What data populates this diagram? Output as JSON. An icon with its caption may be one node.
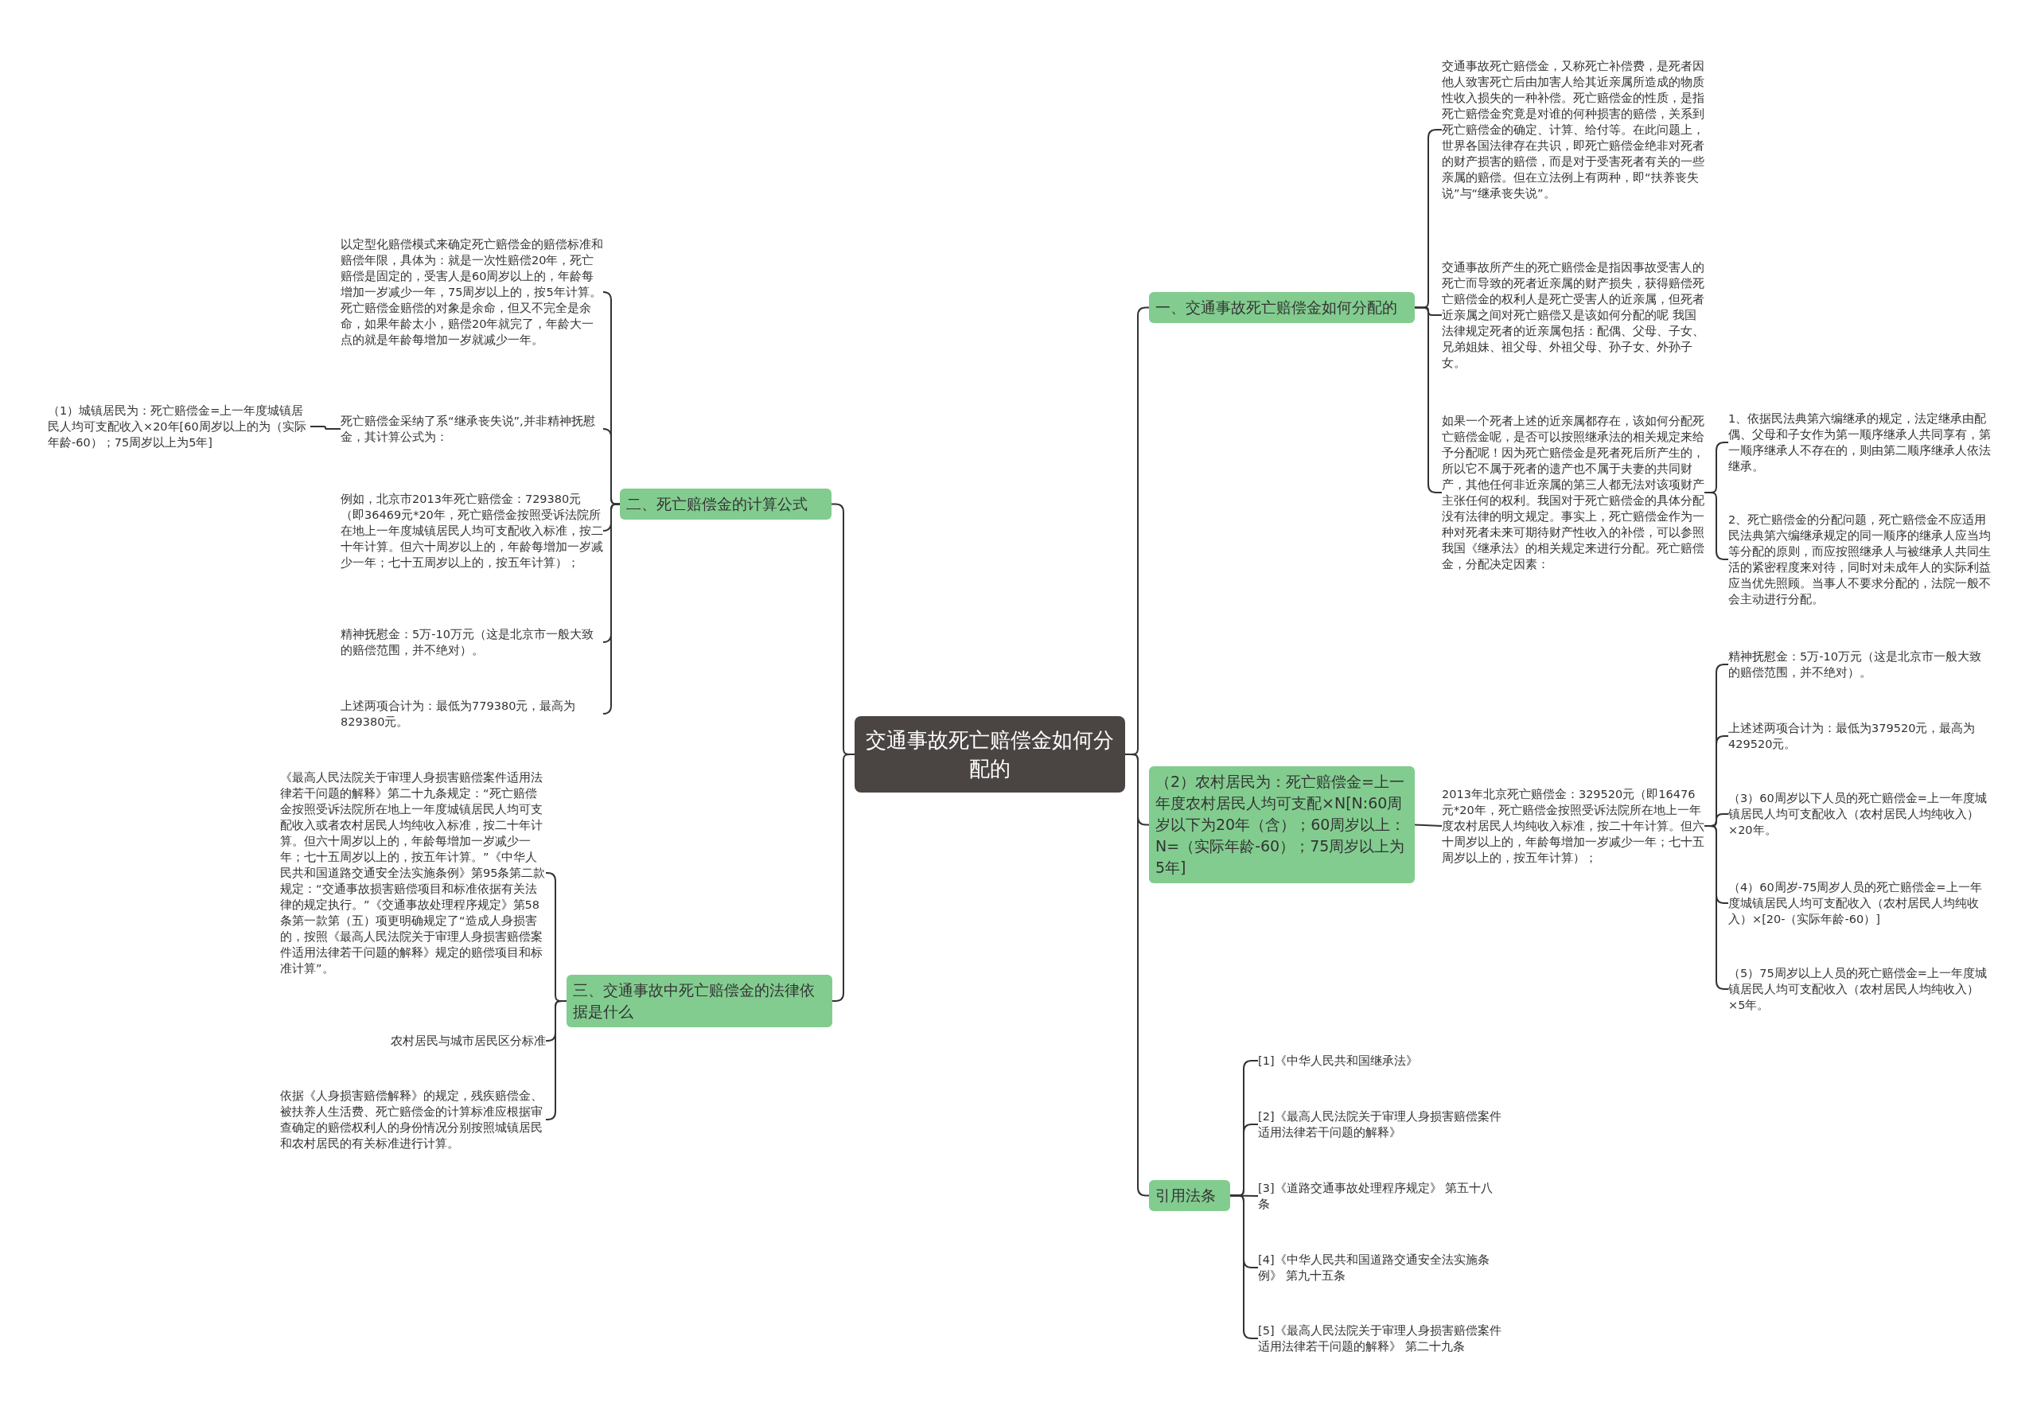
{
  "diagram": {
    "nodes": [
      {
        "text": [
          "交通事故死亡赔偿金如何分配的"
        ]
      },
      {
        "text": [
          "一、交通事故死亡赔偿金如何分配的"
        ]
      },
      {
        "text": [
          "交通事故死亡赔偿金，又称死亡补偿费，是死者因他人致害死亡后由加害人给其近亲属所造成的物质性收入损失的一种补偿。死亡赔偿金的性质，是指死亡赔偿金究竟是对谁的何种损害的赔偿，关系到死亡赔偿金的确定、计算、给付等。在此问题上，世界各国法律存在共识，即死亡赔偿金绝非对死者的财产损害的赔偿，而是对于受害死者有关的一些亲属的赔偿。但在立法例上有两种，即“扶养丧失说”与“继承丧失说”。"
        ]
      },
      {
        "text": [
          "交通事故所产生的死亡赔偿金是指因事故受害人的死亡而导致的死者近亲属的财产损失，获得赔偿死亡赔偿金的权利人是死亡受害人的近亲属，但死者近亲属之间对死亡赔偿又是该如何分配的呢 我国法律规定死者的近亲属包括：配偶、父母、子女、兄弟姐妹、祖父母、外祖父母、孙子女、外孙子女。"
        ]
      },
      {
        "text": [
          "如果一个死者上述的近亲属都存在，该如何分配死亡赔偿金呢，是否可以按照继承法的相关规定来给予分配呢！因为死亡赔偿金是死者死后所产生的，所以它不属于死者的遗产也不属于夫妻的共同财产，其他任何非近亲属的第三人都无法对该项财产主张任何的权利。我国对于死亡赔偿金的具体分配没有法律的明文规定。事实上，死亡赔偿金作为一种对死者未来可期待财产性收入的补偿，可以参照我国《继承法》的相关规定来进行分配。死亡赔偿金，分配决定因素："
        ]
      },
      {
        "text": [
          "1、依据民法典第六编继承的规定，法定继承由配偶、父母和子女作为第一顺序继承人共同享有，第一顺序继承人不存在的，则由第二顺序继承人依法继承。"
        ]
      },
      {
        "text": [
          "2、死亡赔偿金的分配问题，死亡赔偿金不应适用民法典第六编继承规定的同一顺序的继承人应当均等分配的原则，而应按照继承人与被继承人共同生活的紧密程度来对待，同时对未成年人的实际利益应当优先照顾。当事人不要求分配的，法院一般不会主动进行分配。"
        ]
      },
      {
        "text": [
          "（2）农村居民为：死亡赔偿金=上一年度农村居民人均可支配×N[N:60周岁以下为20年（含）；60周岁以上：N=（实际年龄-60）；75周岁以上为5年]"
        ]
      },
      {
        "text": [
          "2013年北京死亡赔偿金：329520元（即16476元*20年，死亡赔偿金按照受诉法院所在地上一年度农村居民人均纯收入标准，按二十年计算。但六十周岁以上的，年龄每增加一岁减少一年；七十五周岁以上的，按五年计算）；"
        ]
      },
      {
        "text": [
          "精神抚慰金：5万-10万元（这是北京市一般大致的赔偿范围，并不绝对）。"
        ]
      },
      {
        "text": [
          "上述述两项合计为：最低为379520元，最高为429520元。"
        ]
      },
      {
        "text": [
          "（3）60周岁以下人员的死亡赔偿金=上一年度城镇居民人均可支配收入（农村居民人均纯收入）×20年。"
        ]
      },
      {
        "text": [
          "（4）60周岁-75周岁人员的死亡赔偿金=上一年度城镇居民人均可支配收入（农村居民人均纯收入）×[20-（实际年龄-60）]"
        ]
      },
      {
        "text": [
          "（5）75周岁以上人员的死亡赔偿金=上一年度城镇居民人均可支配收入（农村居民人均纯收入）×5年。"
        ]
      },
      {
        "text": [
          "引用法条"
        ]
      },
      {
        "text": [
          "[1]《中华人民共和国继承法》"
        ]
      },
      {
        "text": [
          "[2]《最高人民法院关于审理人身损害赔偿案件适用法律若干问题的解释》"
        ]
      },
      {
        "text": [
          "[3]《道路交通事故处理程序规定》 第五十八条"
        ]
      },
      {
        "text": [
          "[4]《中华人民共和国道路交通安全法实施条例》 第九十五条"
        ]
      },
      {
        "text": [
          "[5]《最高人民法院关于审理人身损害赔偿案件适用法律若干问题的解释》 第二十九条"
        ]
      },
      {
        "text": [
          "二、死亡赔偿金的计算公式"
        ]
      },
      {
        "text": [
          "以定型化赔偿模式来确定死亡赔偿金的赔偿标准和赔偿年限，具体为：就是一次性赔偿20年，死亡赔偿是固定的，受害人是60周岁以上的，年龄每增加一岁减少一年，75周岁以上的，按5年计算。死亡赔偿金赔偿的对象是余命，但又不完全是余命，如果年龄太小，赔偿20年就完了，年龄大一点的就是年龄每增加一岁就减少一年。"
        ]
      },
      {
        "text": [
          "死亡赔偿金采纳了系“继承丧失说”,并非精神抚慰金，其计算公式为："
        ]
      },
      {
        "text": [
          "（1）城镇居民为：死亡赔偿金=上一年度城镇居民人均可支配收入×20年[60周岁以上的为（实际年龄-60）；75周岁以上为5年]"
        ]
      },
      {
        "text": [
          "例如，北京市2013年死亡赔偿金：729380元（即36469元*20年，死亡赔偿金按照受诉法院所在地上一年度城镇居民人均可支配收入标准，按二十年计算。但六十周岁以上的，年龄每增加一岁减少一年；七十五周岁以上的，按五年计算）；"
        ]
      },
      {
        "text": [
          "精神抚慰金：5万-10万元（这是北京市一般大致的赔偿范围，并不绝对）。"
        ]
      },
      {
        "text": [
          "上述两项合计为：最低为779380元，最高为829380元。"
        ]
      },
      {
        "text": [
          "三、交通事故中死亡赔偿金的法律依据是什么"
        ]
      },
      {
        "text": [
          "《最高人民法院关于审理人身损害赔偿案件适用法律若干问题的解释》第二十九条规定：“死亡赔偿金按照受诉法院所在地上一年度城镇居民人均可支配收入或者农村居民人均纯收入标准，按二十年计算。但六十周岁以上的，年龄每增加一岁减少一年；七十五周岁以上的，按五年计算。”《中华人民共和国道路交通安全法实施条例》第95条第二款规定：“交通事故损害赔偿项目和标准依据有关法律的规定执行。”《交通事故处理程序规定》第58条第一款第（五）项更明确规定了“造成人身损害的，按照《最高人民法院关于审理人身损害赔偿案件适用法律若干问题的解释》规定的赔偿项目和标准计算”。"
        ]
      },
      {
        "text": [
          "农村居民与城市居民区分标准"
        ]
      },
      {
        "text": [
          "依据《人身损害赔偿解释》的规定，残疾赔偿金、被扶养人生活费、死亡赔偿金的计算标准应根据审查确定的赔偿权利人的身份情况分别按照城镇居民和农村居民的有关标准进行计算。"
        ]
      }
    ],
    "edges": [
      {
        "from": 0,
        "to": 1,
        "arrow": "none"
      },
      {
        "from": 1,
        "to": 2,
        "arrow": "none"
      },
      {
        "from": 1,
        "to": 3,
        "arrow": "none"
      },
      {
        "from": 1,
        "to": 4,
        "arrow": "none"
      },
      {
        "from": 4,
        "to": 5,
        "arrow": "none"
      },
      {
        "from": 4,
        "to": 6,
        "arrow": "none"
      },
      {
        "from": 0,
        "to": 7,
        "arrow": "none"
      },
      {
        "from": 7,
        "to": 8,
        "arrow": "none"
      },
      {
        "from": 8,
        "to": 9,
        "arrow": "none"
      },
      {
        "from": 8,
        "to": 10,
        "arrow": "none"
      },
      {
        "from": 8,
        "to": 11,
        "arrow": "none"
      },
      {
        "from": 8,
        "to": 12,
        "arrow": "none"
      },
      {
        "from": 8,
        "to": 13,
        "arrow": "none"
      },
      {
        "from": 0,
        "to": 14,
        "arrow": "none"
      },
      {
        "from": 14,
        "to": 15,
        "arrow": "none"
      },
      {
        "from": 14,
        "to": 16,
        "arrow": "none"
      },
      {
        "from": 14,
        "to": 17,
        "arrow": "none"
      },
      {
        "from": 14,
        "to": 18,
        "arrow": "none"
      },
      {
        "from": 14,
        "to": 19,
        "arrow": "none"
      },
      {
        "from": 0,
        "to": 20,
        "arrow": "none"
      },
      {
        "from": 20,
        "to": 21,
        "arrow": "none"
      },
      {
        "from": 20,
        "to": 22,
        "arrow": "none"
      },
      {
        "from": 22,
        "to": 23,
        "arrow": "none"
      },
      {
        "from": 20,
        "to": 24,
        "arrow": "none"
      },
      {
        "from": 20,
        "to": 25,
        "arrow": "none"
      },
      {
        "from": 20,
        "to": 26,
        "arrow": "none"
      },
      {
        "from": 0,
        "to": 27,
        "arrow": "none"
      },
      {
        "from": 27,
        "to": 28,
        "arrow": "none"
      },
      {
        "from": 27,
        "to": 29,
        "arrow": "none"
      },
      {
        "from": 27,
        "to": 30,
        "arrow": "none"
      }
    ]
  }
}
